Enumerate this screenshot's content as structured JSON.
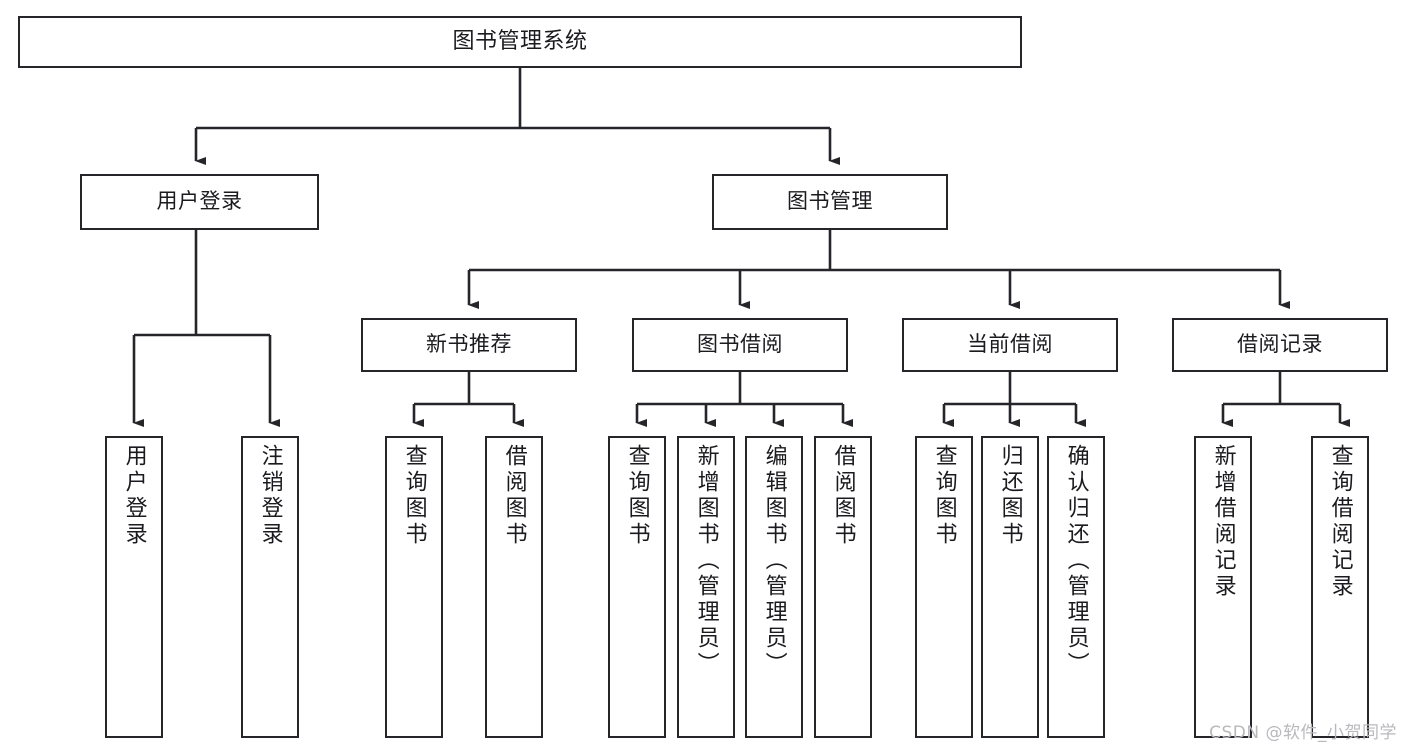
{
  "diagram": {
    "type": "tree",
    "title": "图书管理系统",
    "orientation": "top-down",
    "colors": {
      "box_border": "#26262a",
      "box_fill": "#ffffff",
      "connector": "#26262a",
      "text": "#1b1b1f",
      "watermark": "#b9b9bd",
      "background": "#ffffff"
    },
    "root": {
      "label": "图书管理系统"
    },
    "level2": [
      {
        "label": "用户登录"
      },
      {
        "label": "图书管理"
      }
    ],
    "level3": [
      {
        "label": "新书推荐"
      },
      {
        "label": "图书借阅"
      },
      {
        "label": "当前借阅"
      },
      {
        "label": "借阅记录"
      }
    ],
    "leaves": {
      "user_login": [
        {
          "label": "用户登录"
        },
        {
          "label": "注销登录"
        }
      ],
      "new_book_recommend": [
        {
          "label": "查询图书"
        },
        {
          "label": "借阅图书"
        }
      ],
      "book_borrow": [
        {
          "label": "查询图书"
        },
        {
          "label": "新增图书（管理员）"
        },
        {
          "label": "编辑图书（管理员）"
        },
        {
          "label": "借阅图书"
        }
      ],
      "current_borrow": [
        {
          "label": "查询图书"
        },
        {
          "label": "归还图书"
        },
        {
          "label": "确认归还（管理员）"
        }
      ],
      "borrow_record": [
        {
          "label": "新增借阅记录"
        },
        {
          "label": "查询借阅记录"
        }
      ]
    }
  },
  "watermark": {
    "text": "CSDN @软件_小贺同学"
  }
}
